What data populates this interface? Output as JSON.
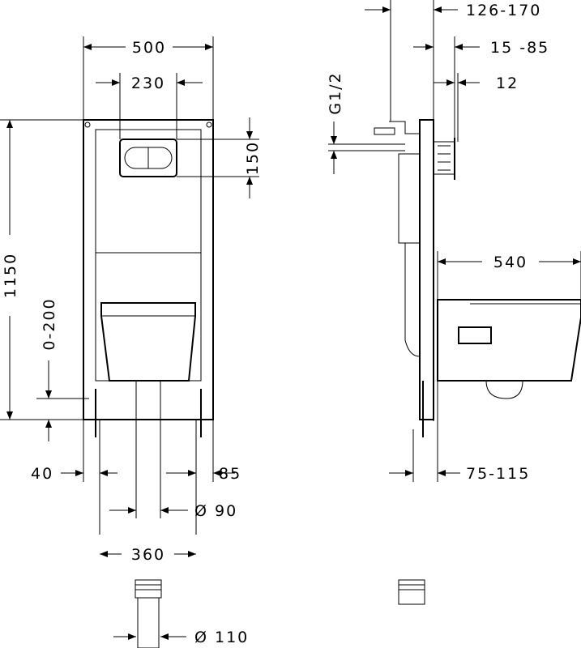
{
  "front_view": {
    "width_total": "500",
    "width_plate": "230",
    "plate_height": "150",
    "height_total": "1150",
    "height_adjust": "0-200",
    "leg_left": "40",
    "leg_right": "85",
    "drain_diameter": "Ø 90",
    "leg_spacing": "360",
    "connector_diameter": "Ø 110"
  },
  "side_view": {
    "wall_depth": "126-170",
    "panel_range": "15 -85",
    "panel_thickness": "12",
    "water_connection": "G1/2",
    "toilet_length": "540",
    "foot_depth": "75-115"
  }
}
